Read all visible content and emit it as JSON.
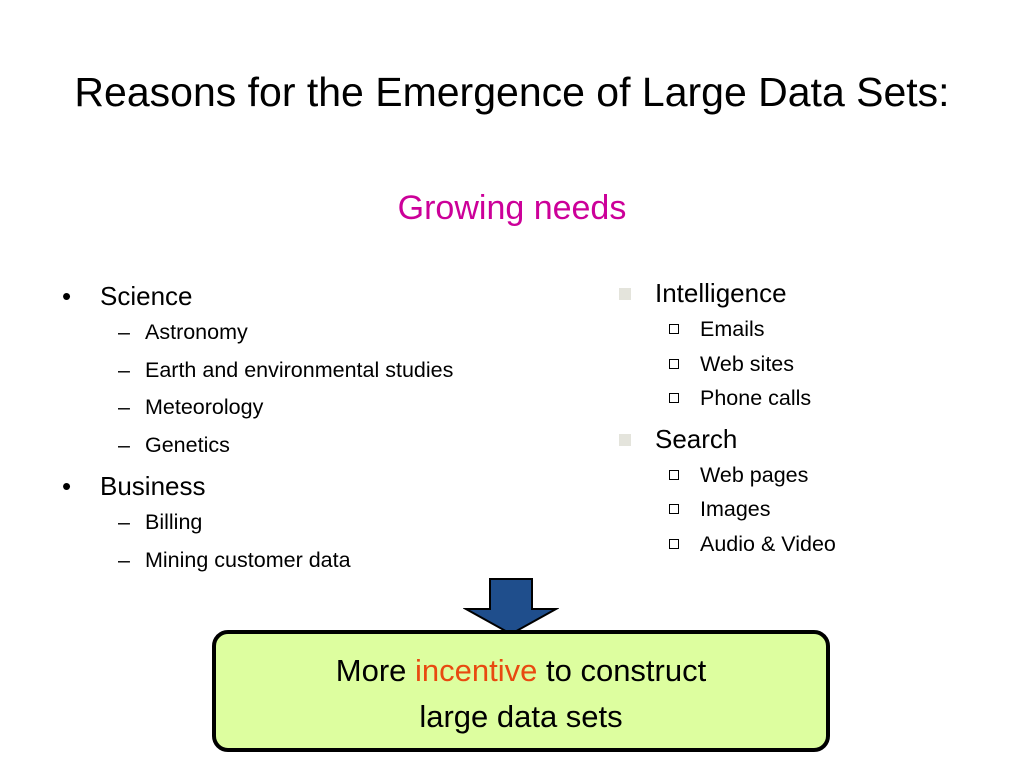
{
  "slide": {
    "title": "Reasons for the Emergence of Large Data Sets:",
    "subtitle": "Growing needs"
  },
  "left_column": [
    {
      "label": "Science",
      "sub": [
        "Astronomy",
        "Earth and environmental studies",
        "Meteorology",
        "Genetics"
      ]
    },
    {
      "label": "Business",
      "sub": [
        "Billing",
        "Mining customer data"
      ]
    }
  ],
  "right_column": [
    {
      "label": "Intelligence",
      "sub": [
        "Emails",
        "Web sites",
        "Phone calls"
      ]
    },
    {
      "label": "Search",
      "sub": [
        "Web pages",
        "Images",
        "Audio & Video"
      ]
    }
  ],
  "bullet_glyphs": {
    "level1": "•",
    "level2": "–"
  },
  "callout": {
    "text_before": "More ",
    "highlight": "incentive",
    "text_after": " to construct",
    "line2": "large data sets"
  },
  "colors": {
    "subtitle": "#cc0099",
    "highlight": "#e84a10",
    "callout_fill": "#ddfe9f",
    "arrow_fill": "#1f4e8c"
  },
  "icons": {
    "arrow": "down-arrow-icon",
    "right_bullet": "square-bullet-icon",
    "right_sub_bullet": "hollow-square-bullet-icon"
  }
}
